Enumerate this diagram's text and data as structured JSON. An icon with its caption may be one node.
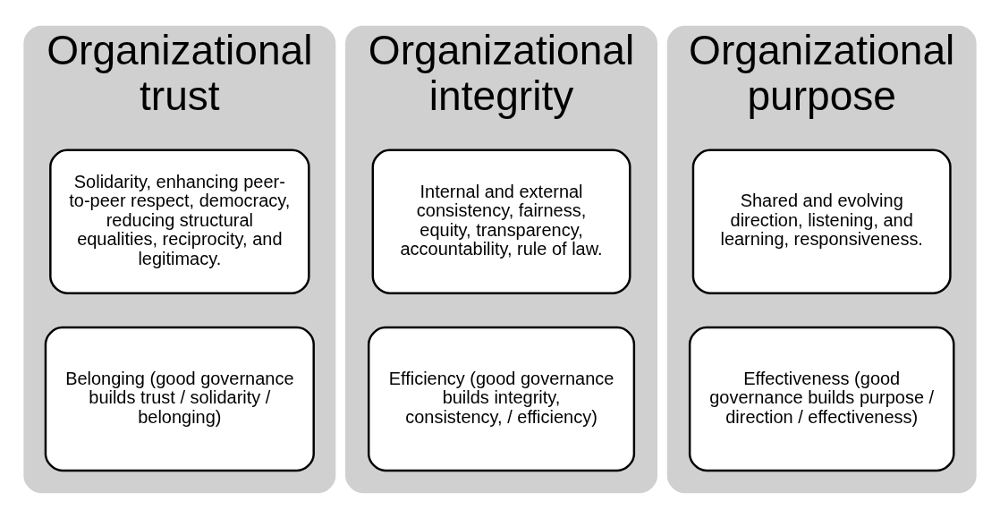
{
  "diagram": {
    "nodes": [
      {
        "text": [
          "Organizational trust"
        ]
      },
      {
        "text": [
          "Solidarity, enhancing peer-to-peer respect, democracy, reducing structural equalities, reciprocity, and legitimacy."
        ],
        "in": 0
      },
      {
        "text": [
          "Belonging (good governance builds trust / solidarity / belonging)"
        ],
        "in": 0
      },
      {
        "text": [
          "Organizational integrity"
        ]
      },
      {
        "text": [
          "Internal and external consistency, fairness, equity, transparency, accountability, rule of law."
        ],
        "in": 3
      },
      {
        "text": [
          "Efficiency (good governance builds integrity, consistency, / efficiency)"
        ],
        "in": 3
      },
      {
        "text": [
          "Organizational purpose"
        ]
      },
      {
        "text": [
          "Shared and evolving direction, listening, and learning, responsiveness."
        ],
        "in": 6
      },
      {
        "text": [
          "Effectiveness (good governance builds purpose / direction / effectiveness)"
        ],
        "in": 6
      }
    ]
  }
}
